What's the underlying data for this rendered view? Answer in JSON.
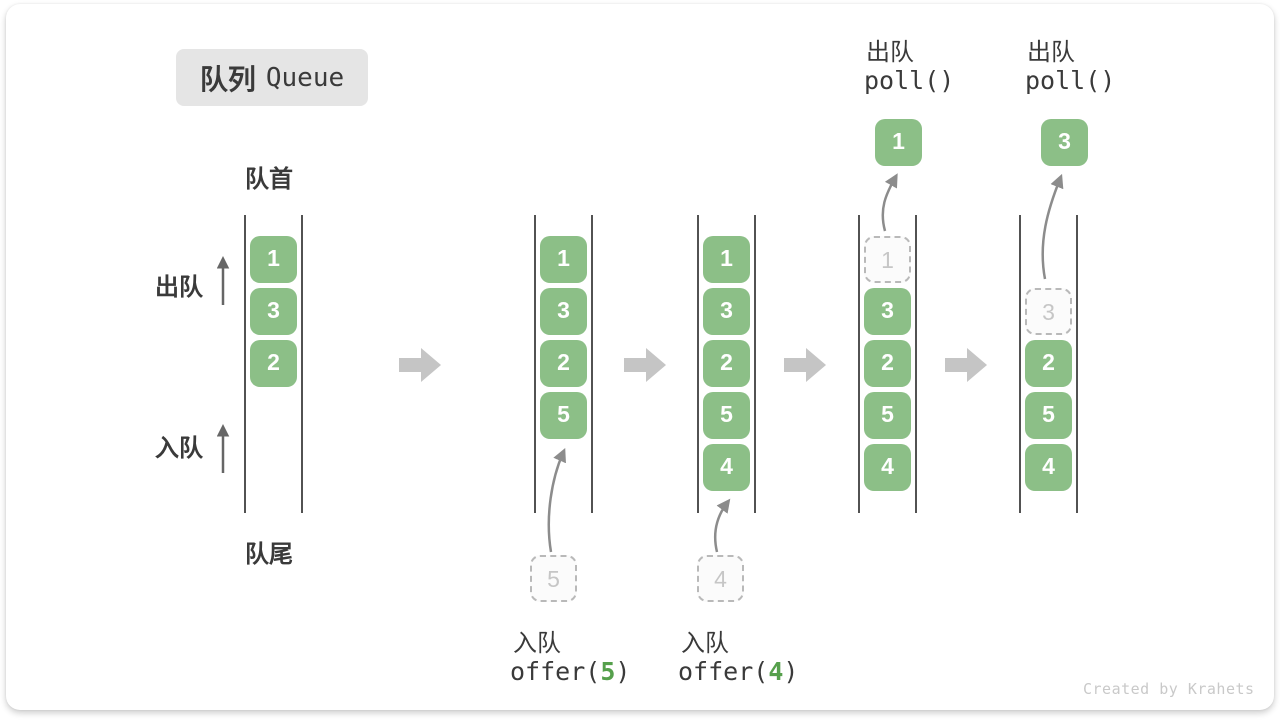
{
  "title": {
    "zh": "队列",
    "en": "Queue"
  },
  "side_labels": {
    "front": "队首",
    "rear": "队尾",
    "dequeue": "出队",
    "enqueue": "入队"
  },
  "colors": {
    "box_green": "#8cbf87",
    "code_green": "#56a04c",
    "text_dark": "#3a3a3a",
    "ghost_gray": "#c6c6c6",
    "transition_arrow": "#c5c5c5",
    "flow_arrow": "#8c8c8c"
  },
  "states": [
    {
      "cells": [
        {
          "row": 0,
          "val": "1"
        },
        {
          "row": 1,
          "val": "3"
        },
        {
          "row": 2,
          "val": "2"
        }
      ]
    },
    {
      "cells": [
        {
          "row": 0,
          "val": "1"
        },
        {
          "row": 1,
          "val": "3"
        },
        {
          "row": 2,
          "val": "2"
        },
        {
          "row": 3,
          "val": "5"
        }
      ],
      "staged": "5",
      "op": {
        "zh": "入队",
        "code_pre": "offer(",
        "arg": "5",
        "code_post": ")"
      }
    },
    {
      "cells": [
        {
          "row": 0,
          "val": "1"
        },
        {
          "row": 1,
          "val": "3"
        },
        {
          "row": 2,
          "val": "2"
        },
        {
          "row": 3,
          "val": "5"
        },
        {
          "row": 4,
          "val": "4"
        }
      ],
      "staged": "4",
      "op": {
        "zh": "入队",
        "code_pre": "offer(",
        "arg": "4",
        "code_post": ")"
      }
    },
    {
      "cells": [
        {
          "row": 0,
          "val": "1",
          "ghost": true
        },
        {
          "row": 1,
          "val": "3"
        },
        {
          "row": 2,
          "val": "2"
        },
        {
          "row": 3,
          "val": "5"
        },
        {
          "row": 4,
          "val": "4"
        }
      ],
      "popped": "1",
      "op": {
        "zh": "出队",
        "code": "poll()"
      }
    },
    {
      "cells": [
        {
          "row": 1,
          "val": "3",
          "ghost": true
        },
        {
          "row": 2,
          "val": "2"
        },
        {
          "row": 3,
          "val": "5"
        },
        {
          "row": 4,
          "val": "4"
        }
      ],
      "popped": "3",
      "op": {
        "zh": "出队",
        "code": "poll()"
      }
    }
  ],
  "watermark": "Created by Krahets"
}
